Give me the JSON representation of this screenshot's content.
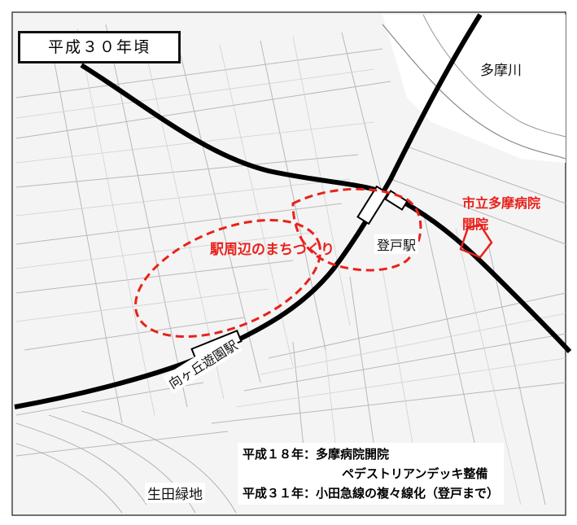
{
  "map": {
    "title": "平成３０年頃",
    "labels": {
      "river": "多摩川",
      "hospital_line1": "市立多摩病院",
      "hospital_line2": "開院",
      "machizukuri": "駅周辺のまちづくり",
      "noborito_station": "登戸駅",
      "mukogaoka_station": "向ヶ丘遊園駅",
      "ikuta_ryokuchi": "生田緑地"
    },
    "notes": [
      "平成１８年：多摩病院開院",
      "ペデストリアンデッキ整備",
      "平成３１年：小田急線の複々線化（登戸まで）"
    ],
    "colors": {
      "highlight": "#e8211b",
      "rail": "#000000",
      "background": "#ffffff"
    }
  }
}
